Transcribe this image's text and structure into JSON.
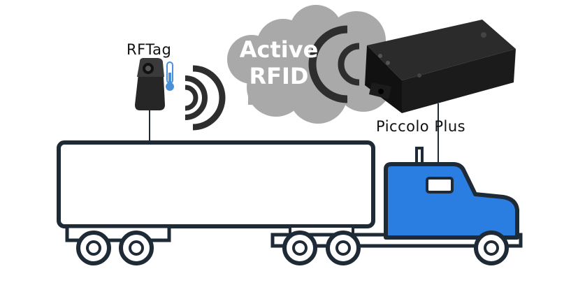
{
  "labels": {
    "rftag": "RFTag",
    "piccolo": "Piccolo Plus",
    "cloud_line1": "Active",
    "cloud_line2": "RFID"
  },
  "icons": [
    "cloud-icon",
    "signal-waves-icon",
    "thermometer-icon",
    "rftag-device-icon",
    "piccolo-plus-device-icon",
    "semi-truck-icon"
  ],
  "colors": {
    "truck_cab": "#2a7de1",
    "outline": "#1e2a36",
    "cloud": "#a9a9a9",
    "device": "#222222",
    "thermometer": "#4a90d9"
  }
}
